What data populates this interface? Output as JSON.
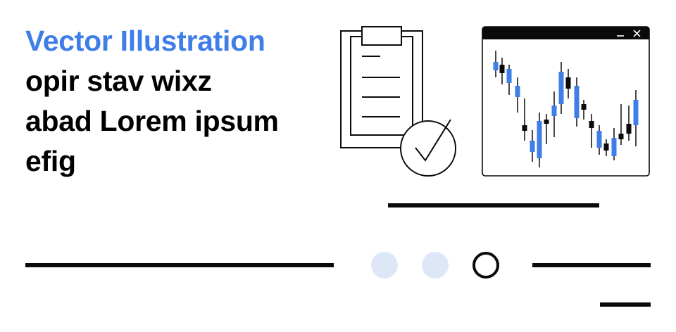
{
  "headline": {
    "accent_line": "Vector Illustration",
    "lines": [
      "opir stav wixz",
      "abad Lorem ipsum",
      "efig"
    ]
  },
  "colors": {
    "accent": "#3f7de8",
    "ink": "#0a0a0a",
    "dot_light": "#dde7f8"
  },
  "icons": {
    "clipboard": "clipboard-icon",
    "check": "checkmark-circle-icon",
    "chart_window": "candlestick-chart-window",
    "minimize": "minimize-icon",
    "close": "close-icon"
  },
  "pagination": {
    "count": 3,
    "active_index": 2
  }
}
